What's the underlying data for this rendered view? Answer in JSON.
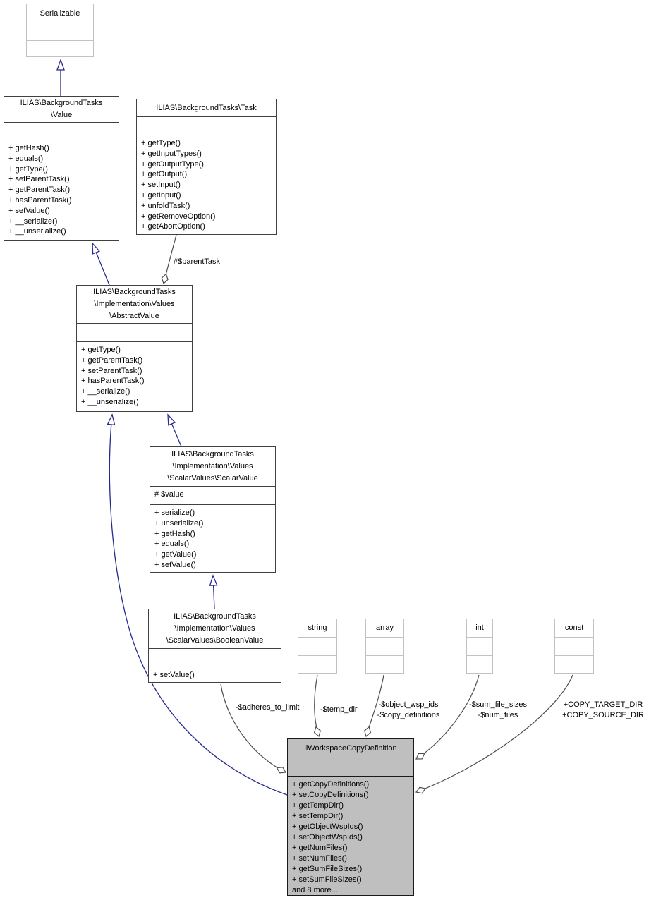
{
  "diagram_type": "uml-collaboration-diagram",
  "colors": {
    "inheritance_edge": "#272a8f",
    "aggregation_edge": "#4d4d4d",
    "node_border": "#404040",
    "external_node_border": "#c2c2c2",
    "highlight_node_fill": "#bfbfbf",
    "background": "#ffffff"
  },
  "classes": {
    "serializable": {
      "title": [
        "Serializable"
      ],
      "attributes": [],
      "methods": []
    },
    "value": {
      "title": [
        "ILIAS\\BackgroundTasks",
        "\\Value"
      ],
      "attributes": [],
      "methods": [
        "+ getHash()",
        "+ equals()",
        "+ getType()",
        "+ setParentTask()",
        "+ getParentTask()",
        "+ hasParentTask()",
        "+ setValue()",
        "+ __serialize()",
        "+ __unserialize()"
      ]
    },
    "task": {
      "title": [
        "ILIAS\\BackgroundTasks\\Task"
      ],
      "attributes": [],
      "methods": [
        "+ getType()",
        "+ getInputTypes()",
        "+ getOutputType()",
        "+ getOutput()",
        "+ setInput()",
        "+ getInput()",
        "+ unfoldTask()",
        "+ getRemoveOption()",
        "+ getAbortOption()"
      ]
    },
    "abstract_value": {
      "title": [
        "ILIAS\\BackgroundTasks",
        "\\Implementation\\Values",
        "\\AbstractValue"
      ],
      "attributes": [],
      "methods": [
        "+ getType()",
        "+ getParentTask()",
        "+ setParentTask()",
        "+ hasParentTask()",
        "+ __serialize()",
        "+ __unserialize()"
      ]
    },
    "scalar_value": {
      "title": [
        "ILIAS\\BackgroundTasks",
        "\\Implementation\\Values",
        "\\ScalarValues\\ScalarValue"
      ],
      "attributes": [
        "# $value"
      ],
      "methods": [
        "+ serialize()",
        "+ unserialize()",
        "+ getHash()",
        "+ equals()",
        "+ getValue()",
        "+ setValue()"
      ]
    },
    "boolean_value": {
      "title": [
        "ILIAS\\BackgroundTasks",
        "\\Implementation\\Values",
        "\\ScalarValues\\BooleanValue"
      ],
      "attributes": [],
      "methods": [
        "+ setValue()"
      ]
    },
    "string_type": {
      "title": [
        "string"
      ],
      "attributes": [],
      "methods": []
    },
    "array_type": {
      "title": [
        "array"
      ],
      "attributes": [],
      "methods": []
    },
    "int_type": {
      "title": [
        "int"
      ],
      "attributes": [],
      "methods": []
    },
    "const_type": {
      "title": [
        "const"
      ],
      "attributes": [],
      "methods": []
    },
    "main": {
      "title": [
        "ilWorkspaceCopyDefinition"
      ],
      "attributes": [],
      "methods": [
        "+ getCopyDefinitions()",
        "+ setCopyDefinitions()",
        "+ getTempDir()",
        "+ setTempDir()",
        "+ getObjectWspIds()",
        "+ setObjectWspIds()",
        "+ getNumFiles()",
        "+ setNumFiles()",
        "+ getSumFileSizes()",
        "+ setSumFileSizes()",
        "and 8 more..."
      ]
    }
  },
  "edge_labels": {
    "parent_task": "#$parentTask",
    "adheres_to_limit": "-$adheres_to_limit",
    "temp_dir": "-$temp_dir",
    "array_members": [
      "-$object_wsp_ids",
      "-$copy_definitions"
    ],
    "int_members": [
      "-$sum_file_sizes",
      "-$num_files"
    ],
    "const_members": [
      "+COPY_TARGET_DIR",
      "+COPY_SOURCE_DIR"
    ]
  }
}
